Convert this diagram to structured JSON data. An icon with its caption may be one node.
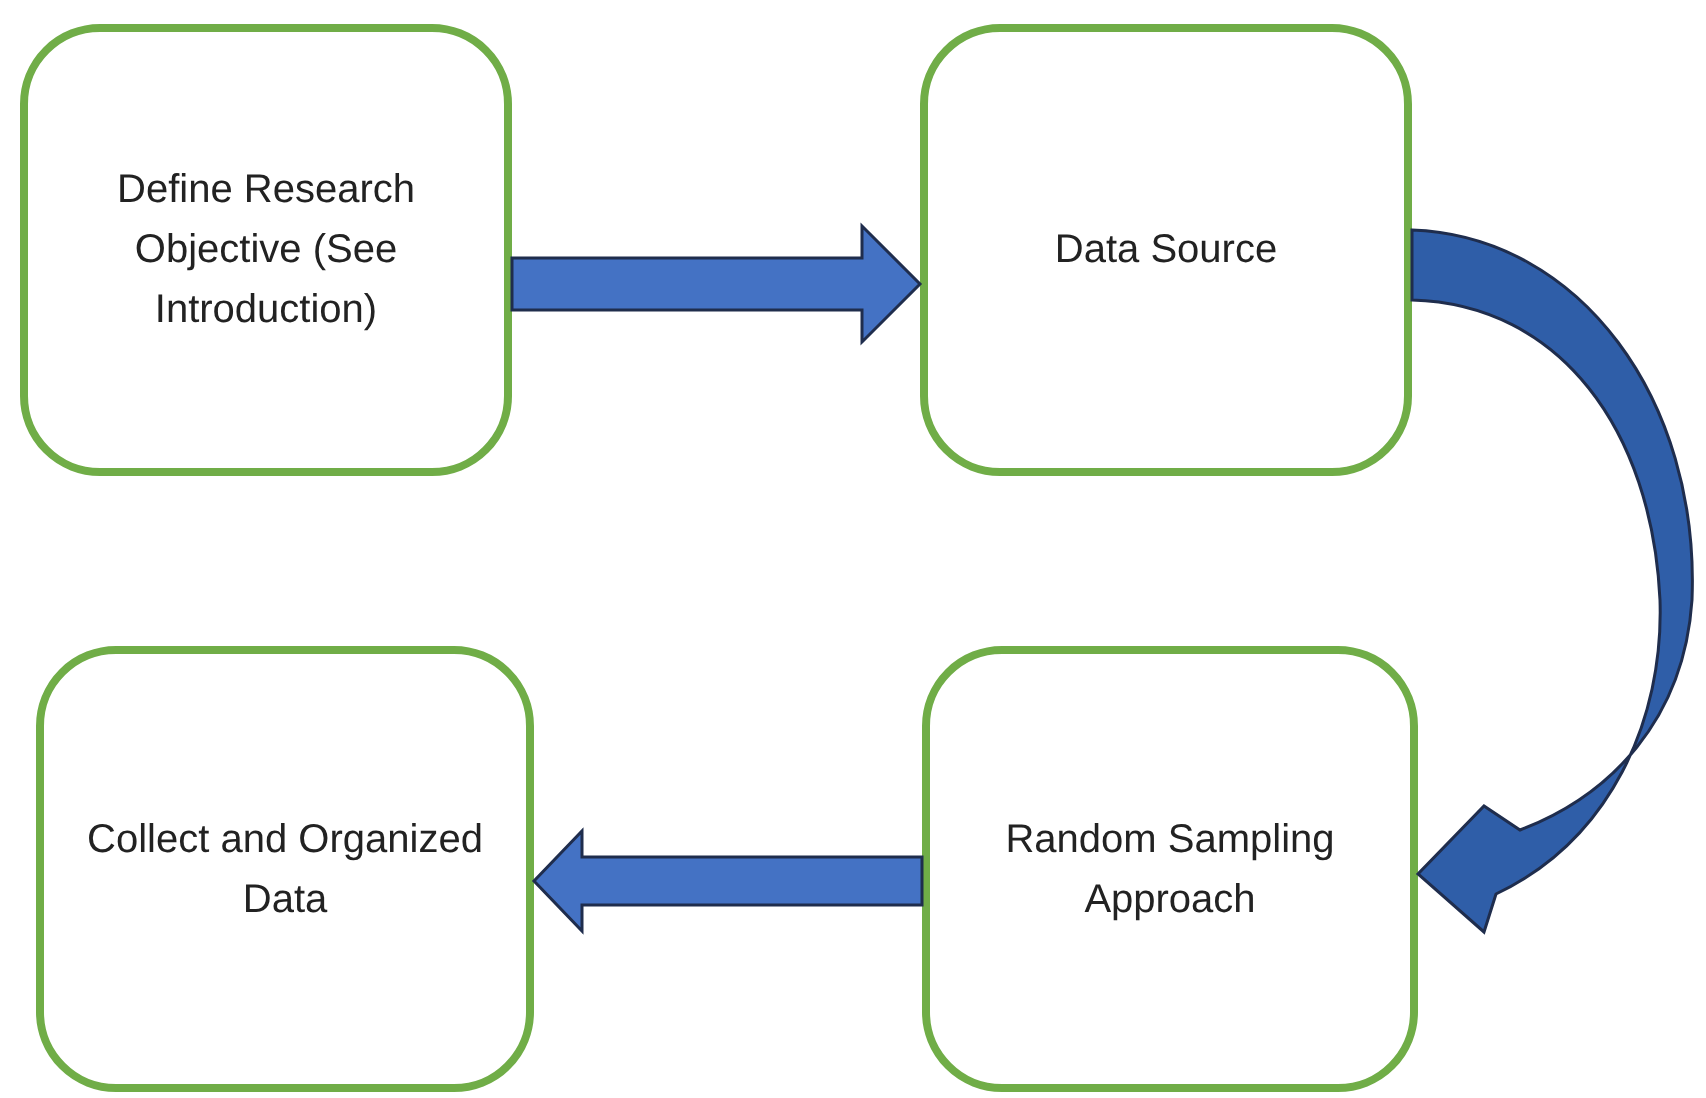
{
  "diagram": {
    "nodes": [
      {
        "text": [
          "Define Research Objective (See Introduction)"
        ]
      },
      {
        "text": [
          "Data Source"
        ]
      },
      {
        "text": [
          "Collect and Organized Data"
        ]
      },
      {
        "text": [
          "Random Sampling Approach"
        ]
      }
    ],
    "edges": [
      {
        "from": 0,
        "to": 1,
        "arrow": "to"
      },
      {
        "from": 1,
        "to": 3,
        "arrow": "to"
      },
      {
        "from": 3,
        "to": 2,
        "arrow": "to"
      }
    ]
  }
}
